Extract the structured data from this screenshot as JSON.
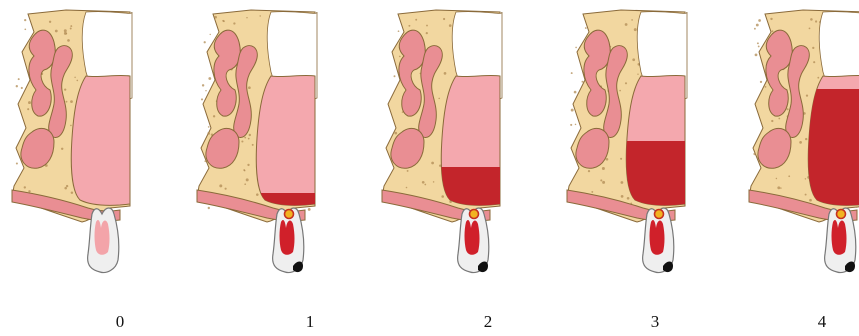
{
  "figure": {
    "stages": [
      {
        "label": "0",
        "fluid": 0.0,
        "abscess": false,
        "caries": false,
        "pulp": "normal"
      },
      {
        "label": "1",
        "fluid": 0.1,
        "abscess": true,
        "caries": true,
        "pulp": "inflamed"
      },
      {
        "label": "2",
        "fluid": 0.3,
        "abscess": true,
        "caries": true,
        "pulp": "inflamed"
      },
      {
        "label": "3",
        "fluid": 0.5,
        "abscess": true,
        "caries": true,
        "pulp": "inflamed"
      },
      {
        "label": "4",
        "fluid": 0.9,
        "abscess": true,
        "caries": true,
        "pulp": "inflamed"
      }
    ]
  },
  "colors": {
    "bone": "#f2d7a0",
    "bone_dots": "#b08b54",
    "bone_outline": "#8a6a3a",
    "mucosa": "#e98e93",
    "sinus": "#f4a8ae",
    "fluid": "#c3252b",
    "tooth": "#efefef",
    "tooth_outline": "#777777",
    "pulp_normal": "#f3a4a9",
    "pulp_inflamed": "#d0202a",
    "caries": "#111111",
    "orbit": "#ffffff"
  }
}
